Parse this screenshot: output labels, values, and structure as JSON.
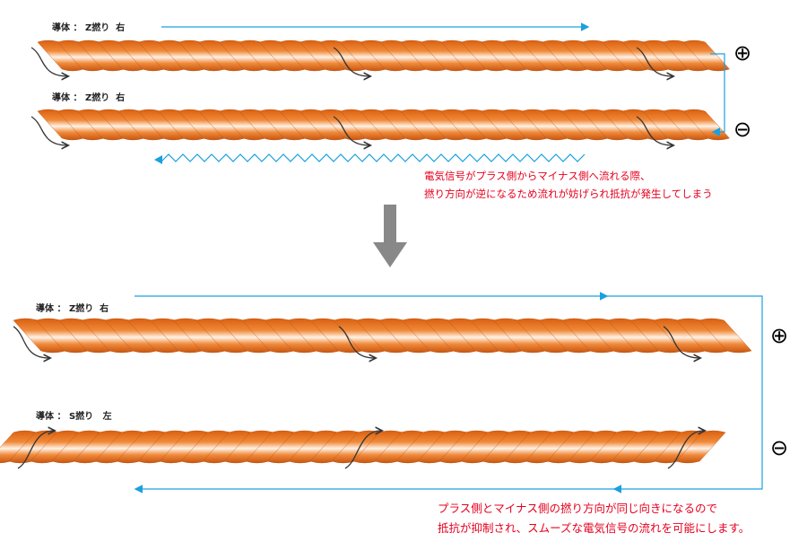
{
  "before": {
    "plus_conductor_label": "導体 ： Z撚り  右",
    "minus_conductor_label": "導体 ： Z撚り  右",
    "note_lines": [
      "電気信号がプラス側からマイナス側へ流れる際、",
      "撚り方向が逆になるため流れが妨げられ抵抗が発生してしまう"
    ]
  },
  "after": {
    "plus_conductor_label": "導体 ： Z撚り  右",
    "minus_conductor_label": "導体 ： S撚り   左",
    "note_lines": [
      "プラス側とマイナス側の撚り方向が同じ向きになるので",
      "抵抗が抑制され、スムーズな電気信号の流れを可能にします。"
    ]
  },
  "symbols": {
    "plus": "⊕",
    "minus": "⊖"
  },
  "colors": {
    "copper": "#e8731e",
    "flow": "#1aa0e0",
    "note": "#e6001e",
    "arrow": "#888888"
  }
}
